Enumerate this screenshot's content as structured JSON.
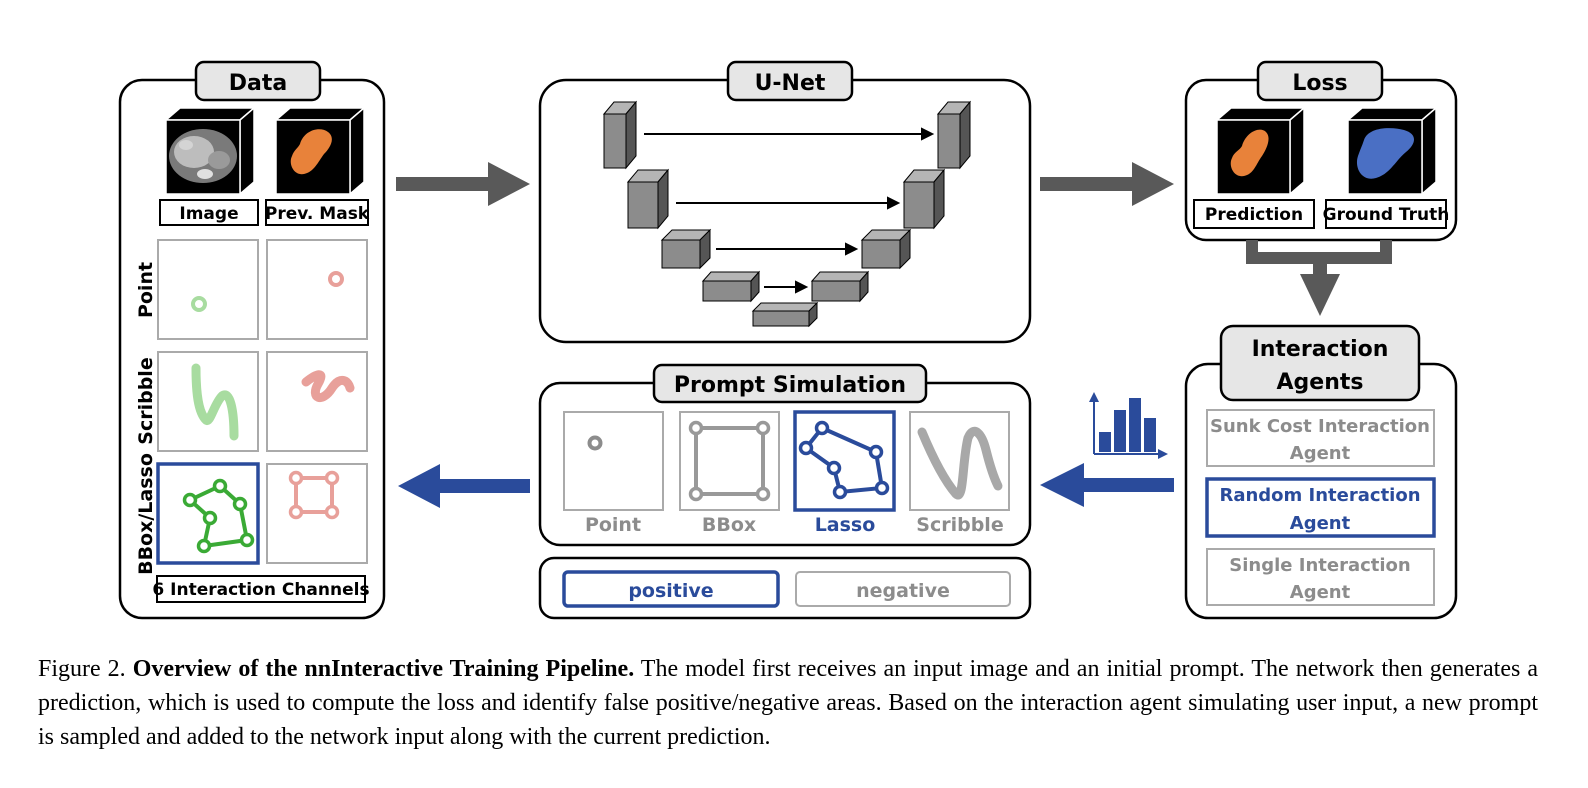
{
  "figure": {
    "data_panel": {
      "title": "Data",
      "image_label": "Image",
      "prev_mask_label": "Prev. Mask",
      "row_labels": [
        "Point",
        "Scribble",
        "BBox/Lasso"
      ],
      "footer": "6 Interaction Channels"
    },
    "unet_panel": {
      "title": "U-Net"
    },
    "loss_panel": {
      "title": "Loss",
      "prediction_label": "Prediction",
      "ground_truth_label": "Ground Truth"
    },
    "agents_panel": {
      "title_line1": "Interaction",
      "title_line2": "Agents",
      "agents": [
        {
          "line1": "Sunk Cost Interaction",
          "line2": "Agent",
          "selected": false
        },
        {
          "line1": "Random Interaction",
          "line2": "Agent",
          "selected": true
        },
        {
          "line1": "Single Interaction",
          "line2": "Agent",
          "selected": false
        }
      ]
    },
    "prompt_panel": {
      "title": "Prompt Simulation",
      "prompts": [
        {
          "label": "Point",
          "selected": false
        },
        {
          "label": "BBox",
          "selected": false
        },
        {
          "label": "Lasso",
          "selected": true
        },
        {
          "label": "Scribble",
          "selected": false
        }
      ]
    },
    "polarity": {
      "positive": "positive",
      "negative": "negative",
      "selected": "positive"
    }
  },
  "colors": {
    "selected_blue": "#2a4b9b",
    "arrow_gray": "#595959",
    "positive_green": "#3aaa35",
    "light_green": "#a8dca0",
    "light_red": "#e8a09a",
    "mask_orange": "#e8823a",
    "truth_blue": "#4a6fc4",
    "inactive_gray": "#8c8c8c"
  },
  "caption": {
    "figure_label": "Figure 2.",
    "bold_title": "Overview of the nnInteractive Training Pipeline.",
    "text": "The model first receives an input image and an initial prompt. The network then generates a prediction, which is used to compute the loss and identify false positive/negative areas. Based on the interaction agent simulating user input, a new prompt is sampled and added to the network input along with the current prediction."
  }
}
